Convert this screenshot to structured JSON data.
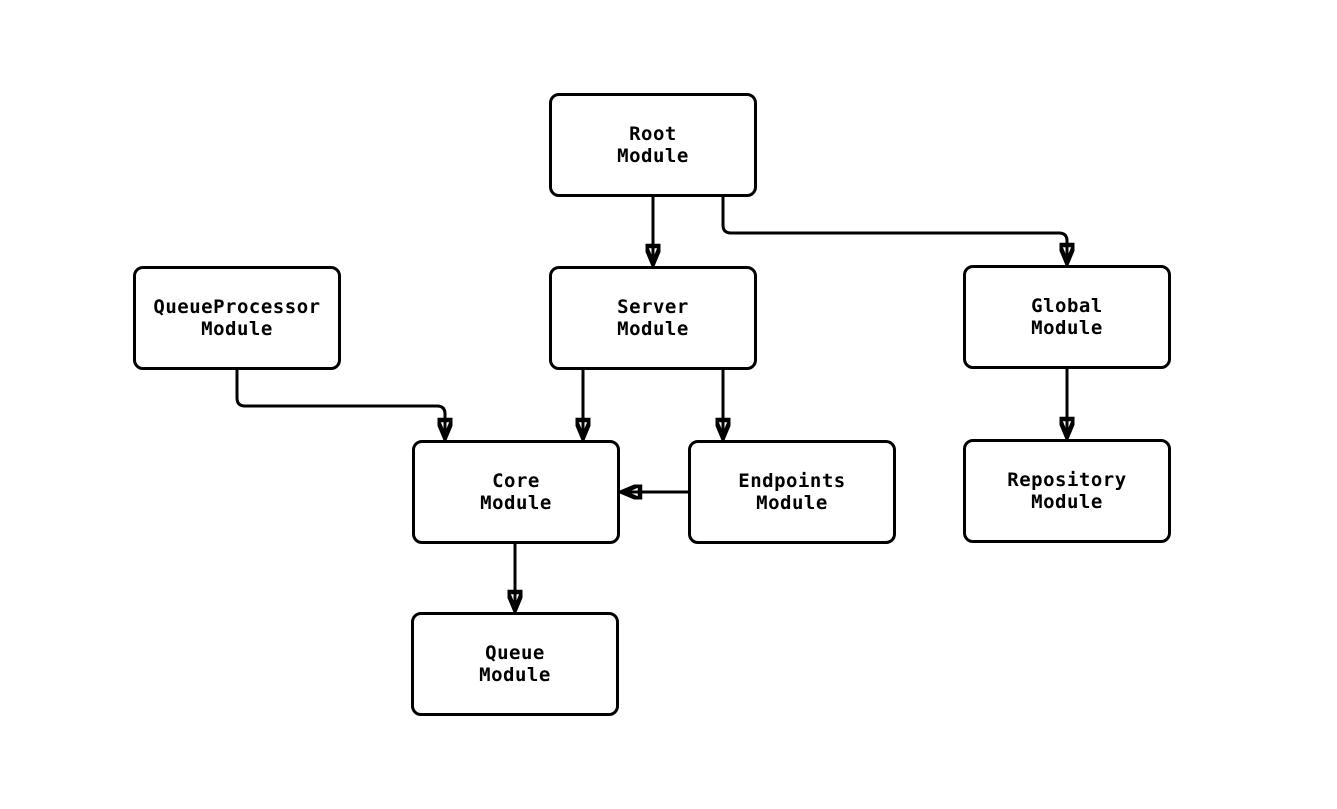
{
  "diagram": {
    "type": "flowchart",
    "direction": "top-down",
    "colors": {
      "background": "#ffffff",
      "node_fill": "#ffffff",
      "node_border": "#000000",
      "edge_stroke": "#000000",
      "text": "#000000"
    },
    "nodes": {
      "root": {
        "line1": "Root",
        "line2": "Module"
      },
      "queueprocessor": {
        "line1": "QueueProcessor",
        "line2": "Module"
      },
      "server": {
        "line1": "Server",
        "line2": "Module"
      },
      "global": {
        "line1": "Global",
        "line2": "Module"
      },
      "core": {
        "line1": "Core",
        "line2": "Module"
      },
      "endpoints": {
        "line1": "Endpoints",
        "line2": "Module"
      },
      "repository": {
        "line1": "Repository",
        "line2": "Module"
      },
      "queue": {
        "line1": "Queue",
        "line2": "Module"
      }
    },
    "edges": [
      {
        "from": "Root Module",
        "to": "Server Module"
      },
      {
        "from": "Root Module",
        "to": "Global Module"
      },
      {
        "from": "QueueProcessor Module",
        "to": "Core Module"
      },
      {
        "from": "Server Module",
        "to": "Core Module"
      },
      {
        "from": "Server Module",
        "to": "Endpoints Module"
      },
      {
        "from": "Endpoints Module",
        "to": "Core Module"
      },
      {
        "from": "Global Module",
        "to": "Repository Module"
      },
      {
        "from": "Core Module",
        "to": "Queue Module"
      }
    ]
  }
}
